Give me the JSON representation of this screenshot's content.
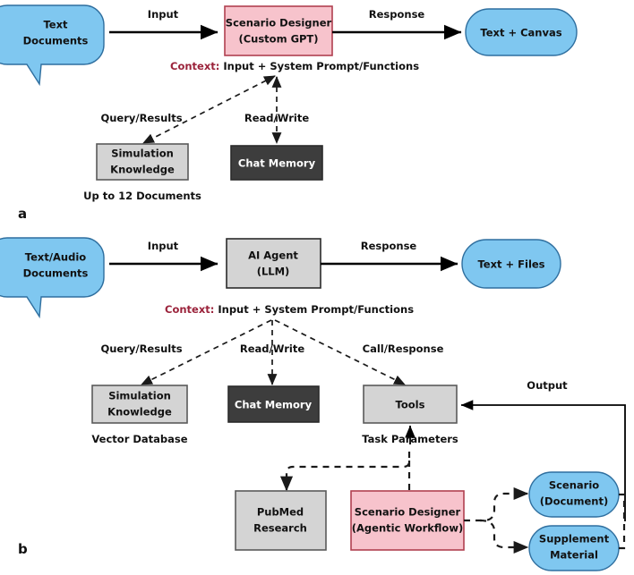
{
  "figure": {
    "panel_a_label": "a",
    "panel_b_label": "b",
    "accent_pink": "#F7C3CC",
    "accent_blue": "#7FC7F0",
    "accent_grey": "#D4D4D4",
    "accent_darkgrey": "#3D3D3D",
    "context_key_color": "#9B233B",
    "edge_color": "#000000"
  },
  "panel_a": {
    "nodes": {
      "input_docs": {
        "line1": "Text",
        "line2": "Documents",
        "shape": "speech-bubble",
        "color": "#7FC7F0"
      },
      "agent": {
        "line1": "Scenario Designer",
        "line2": "(Custom GPT)",
        "shape": "rect",
        "color": "#F7C3CC"
      },
      "output": {
        "line1": "Text + Canvas",
        "line2": "",
        "shape": "stadium",
        "color": "#7FC7F0"
      },
      "knowledge": {
        "line1": "Simulation",
        "line2": "Knowledge",
        "shape": "rect",
        "color": "#D4D4D4"
      },
      "memory": {
        "line1": "Chat Memory",
        "line2": "",
        "shape": "rect",
        "color": "#3D3D3D"
      }
    },
    "edges": {
      "input": "Input",
      "response": "Response",
      "query": "Query/Results",
      "readwrite": "Read/Write"
    },
    "context": {
      "key": "Context:",
      "rest": " Input + System Prompt/Functions"
    },
    "captions": {
      "knowledge": "Up to 12 Documents"
    }
  },
  "panel_b": {
    "nodes": {
      "input_docs": {
        "line1": "Text/Audio",
        "line2": "Documents",
        "shape": "speech-bubble",
        "color": "#7FC7F0"
      },
      "agent": {
        "line1": "AI Agent",
        "line2": "(LLM)",
        "shape": "rect",
        "color": "#D4D4D4"
      },
      "output": {
        "line1": "Text + Files",
        "line2": "",
        "shape": "stadium",
        "color": "#7FC7F0"
      },
      "knowledge": {
        "line1": "Simulation",
        "line2": "Knowledge",
        "shape": "rect",
        "color": "#D4D4D4"
      },
      "memory": {
        "line1": "Chat Memory",
        "line2": "",
        "shape": "rect",
        "color": "#3D3D3D"
      },
      "tools": {
        "line1": "Tools",
        "line2": "",
        "shape": "rect",
        "color": "#D4D4D4"
      },
      "pubmed": {
        "line1": "PubMed",
        "line2": "Research",
        "shape": "rect",
        "color": "#D4D4D4"
      },
      "designer": {
        "line1": "Scenario Designer",
        "line2": "(Agentic Workflow)",
        "shape": "rect",
        "color": "#F7C3CC"
      },
      "scenario_doc": {
        "line1": "Scenario",
        "line2": "(Document)",
        "shape": "stadium",
        "color": "#7FC7F0"
      },
      "supplement": {
        "line1": "Supplement",
        "line2": "Material",
        "shape": "stadium",
        "color": "#7FC7F0"
      }
    },
    "edges": {
      "input": "Input",
      "response": "Response",
      "query": "Query/Results",
      "readwrite": "Read/Write",
      "callresponse": "Call/Response",
      "output": "Output",
      "task_parameters": "Task Parameters"
    },
    "context": {
      "key": "Context:",
      "rest": " Input + System Prompt/Functions"
    },
    "captions": {
      "knowledge": "Vector Database"
    }
  }
}
